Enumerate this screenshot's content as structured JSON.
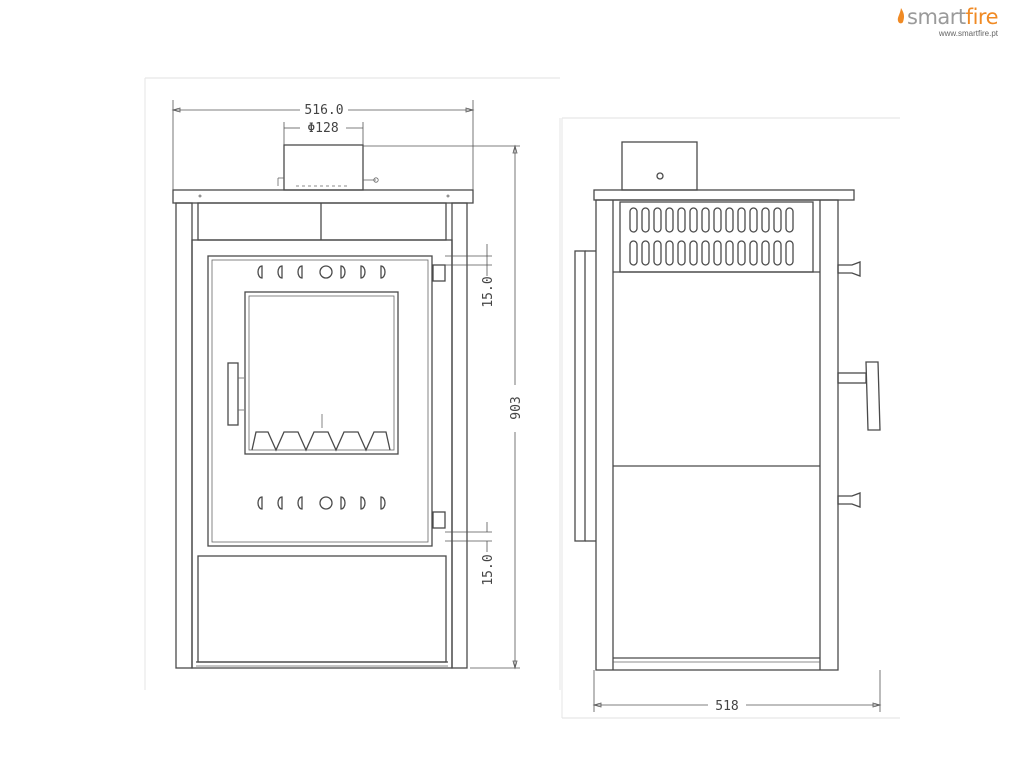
{
  "brand": {
    "name_part1": "smart",
    "name_part2": "fire",
    "website": "www.smartfire.pt",
    "accent_color": "#f08a24",
    "gray_color": "#9a9a9a"
  },
  "front_view": {
    "width_dim": "516.0",
    "flue_dim": "Φ128",
    "height_dim": "903",
    "upper_offset_dim": "15.0",
    "lower_offset_dim": "15.0"
  },
  "side_view": {
    "depth_dim": "518"
  }
}
